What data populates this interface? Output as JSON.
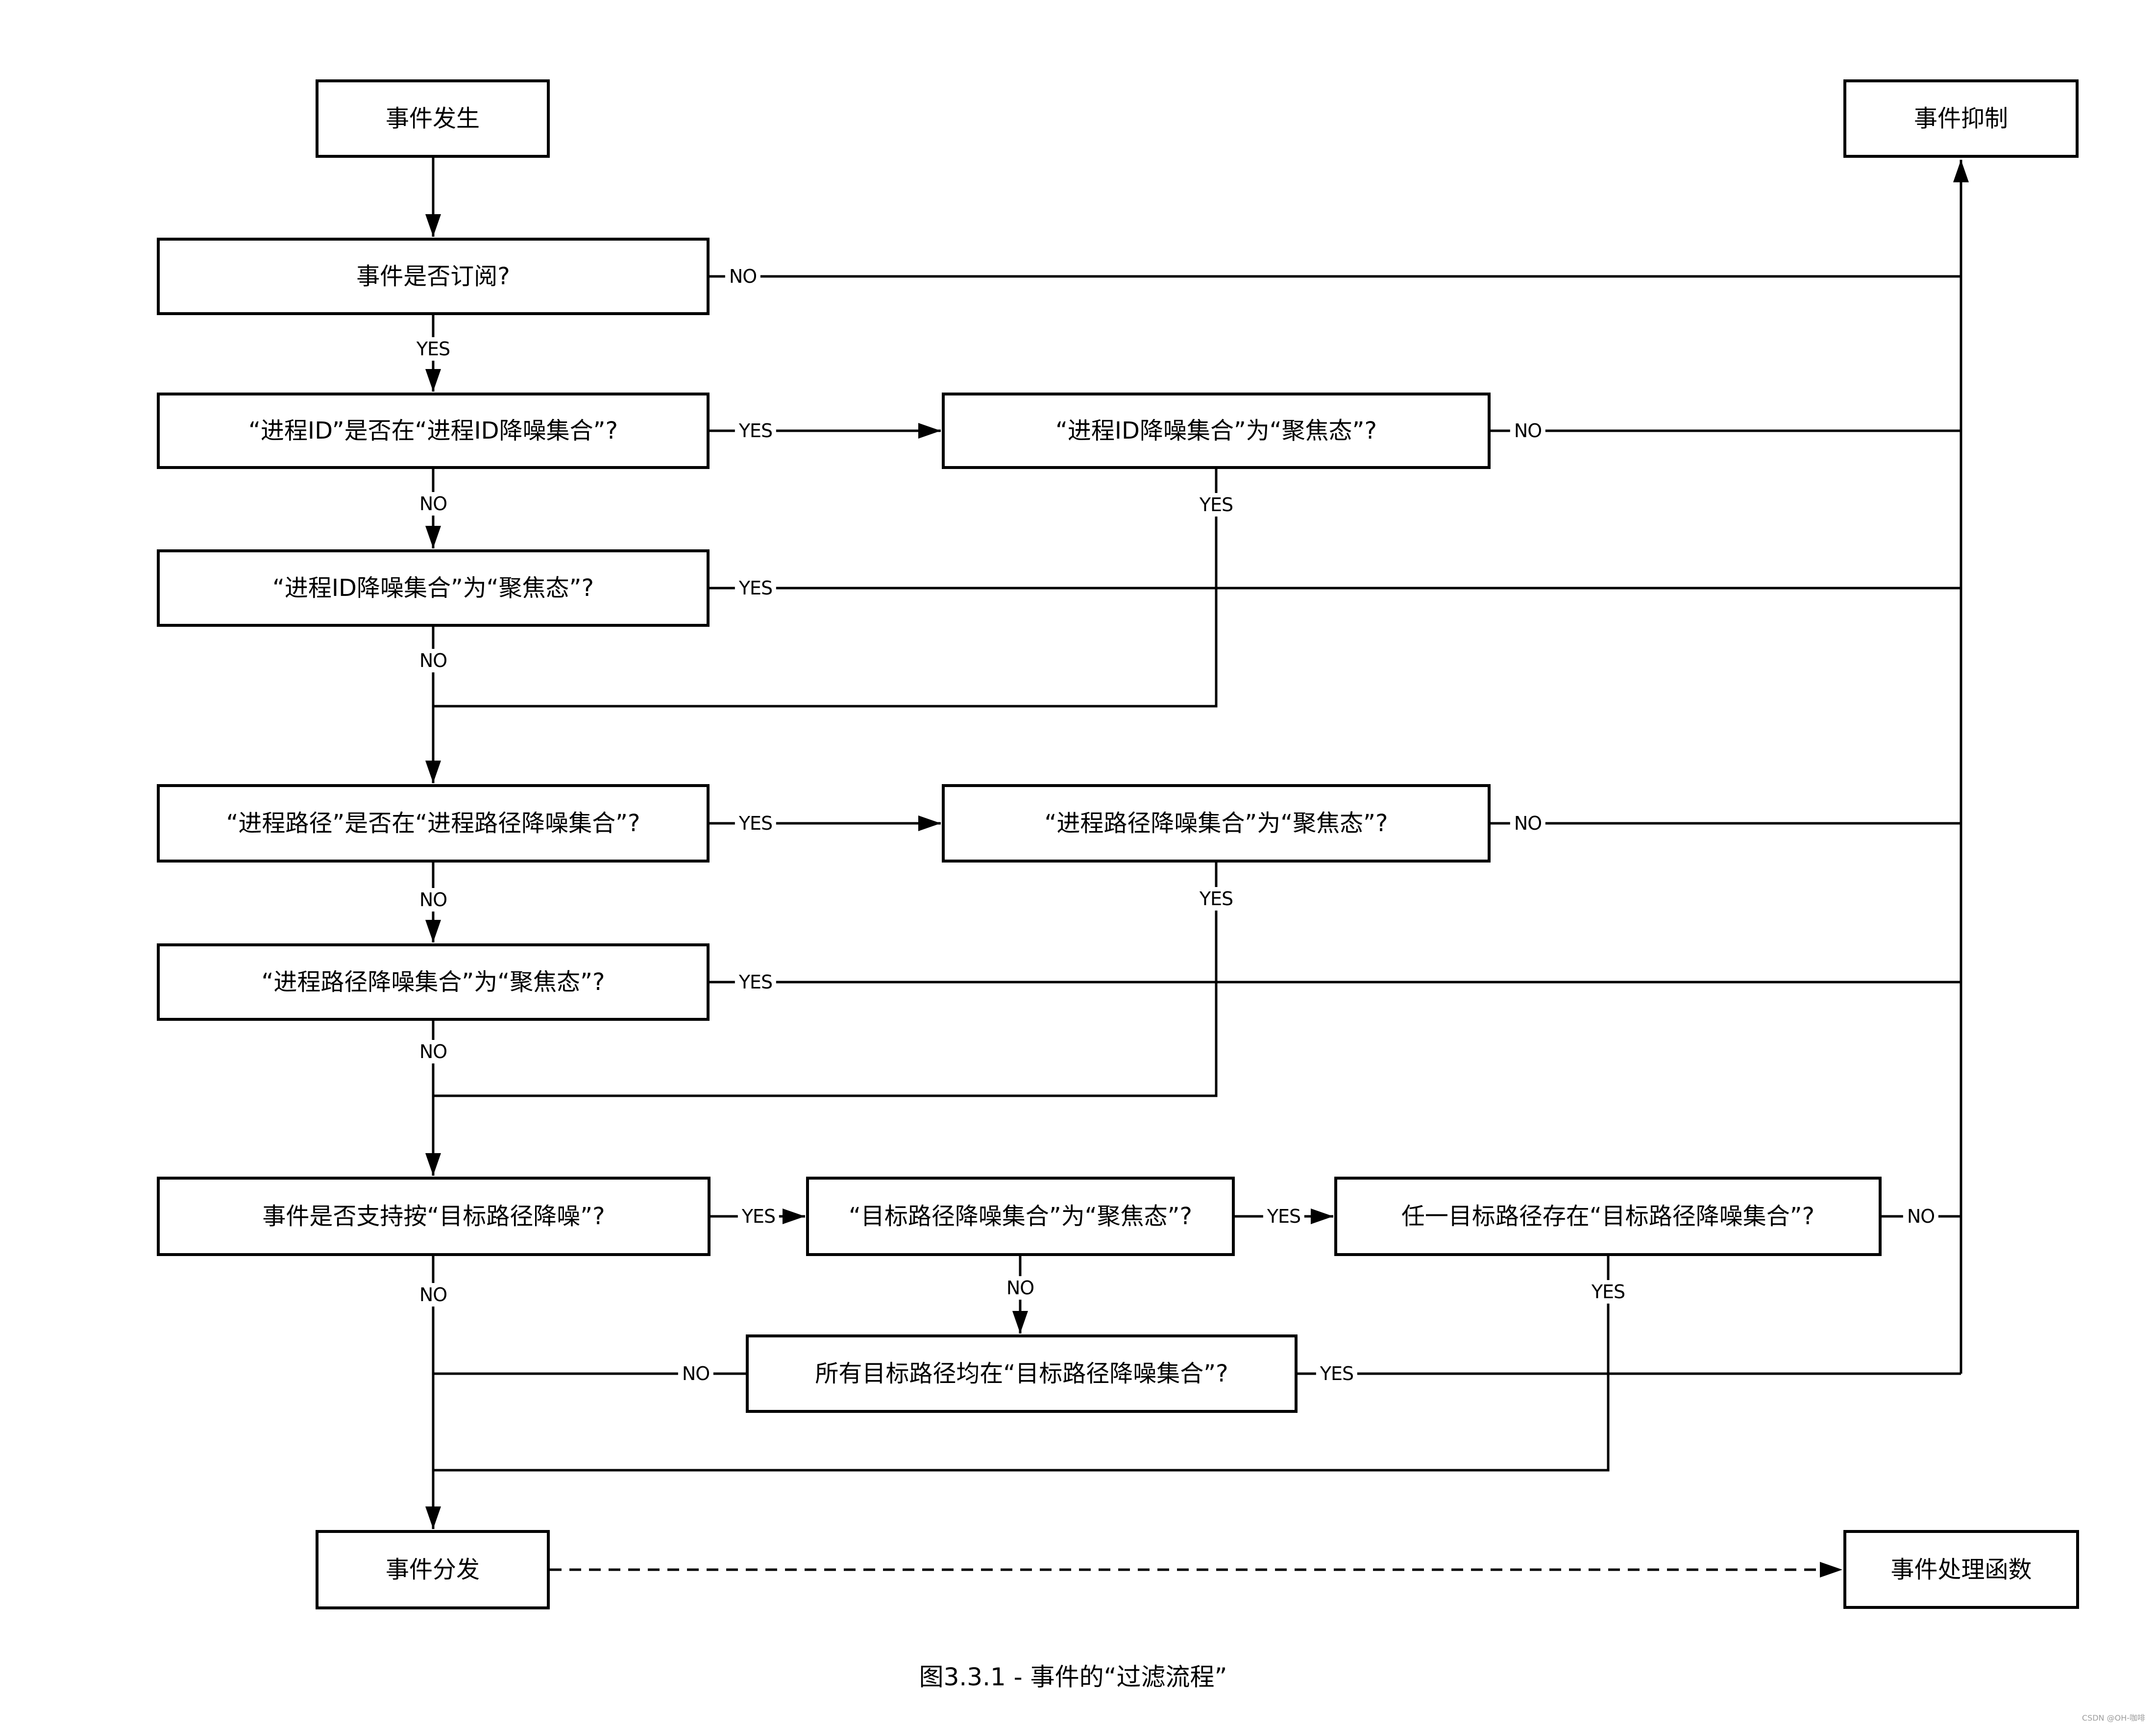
{
  "diagram": {
    "caption": "图3.3.1 - 事件的“过滤流程”",
    "watermark": "CSDN @OH-咖啡",
    "labels": {
      "yes": "YES",
      "no": "NO"
    },
    "nodes": {
      "event_occurs": "事件发生",
      "event_suppressed": "事件抑制",
      "is_subscribed": "事件是否订阅?",
      "pid_in_denoise_set": "“进程ID”是否在“进程ID降噪集合”?",
      "pid_denoise_set_focused_right": "“进程ID降噪集合”为“聚焦态”?",
      "pid_denoise_set_focused_left": "“进程ID降噪集合”为“聚焦态”?",
      "procpath_in_denoise_set": "“进程路径”是否在“进程路径降噪集合”?",
      "procpath_denoise_set_focused_right": "“进程路径降噪集合”为“聚焦态”?",
      "procpath_denoise_set_focused_left": "“进程路径降噪集合”为“聚焦态”?",
      "supports_targetpath_denoise": "事件是否支持按“目标路径降噪”?",
      "targetpath_denoise_set_focused": "“目标路径降噪集合”为“聚焦态”?",
      "any_targetpath_in_denoise_set": "任一目标路径存在“目标路径降噪集合”?",
      "all_targetpaths_in_denoise_set": "所有目标路径均在“目标路径降噪集合”?",
      "event_dispatch": "事件分发",
      "event_handler": "事件处理函数"
    }
  }
}
